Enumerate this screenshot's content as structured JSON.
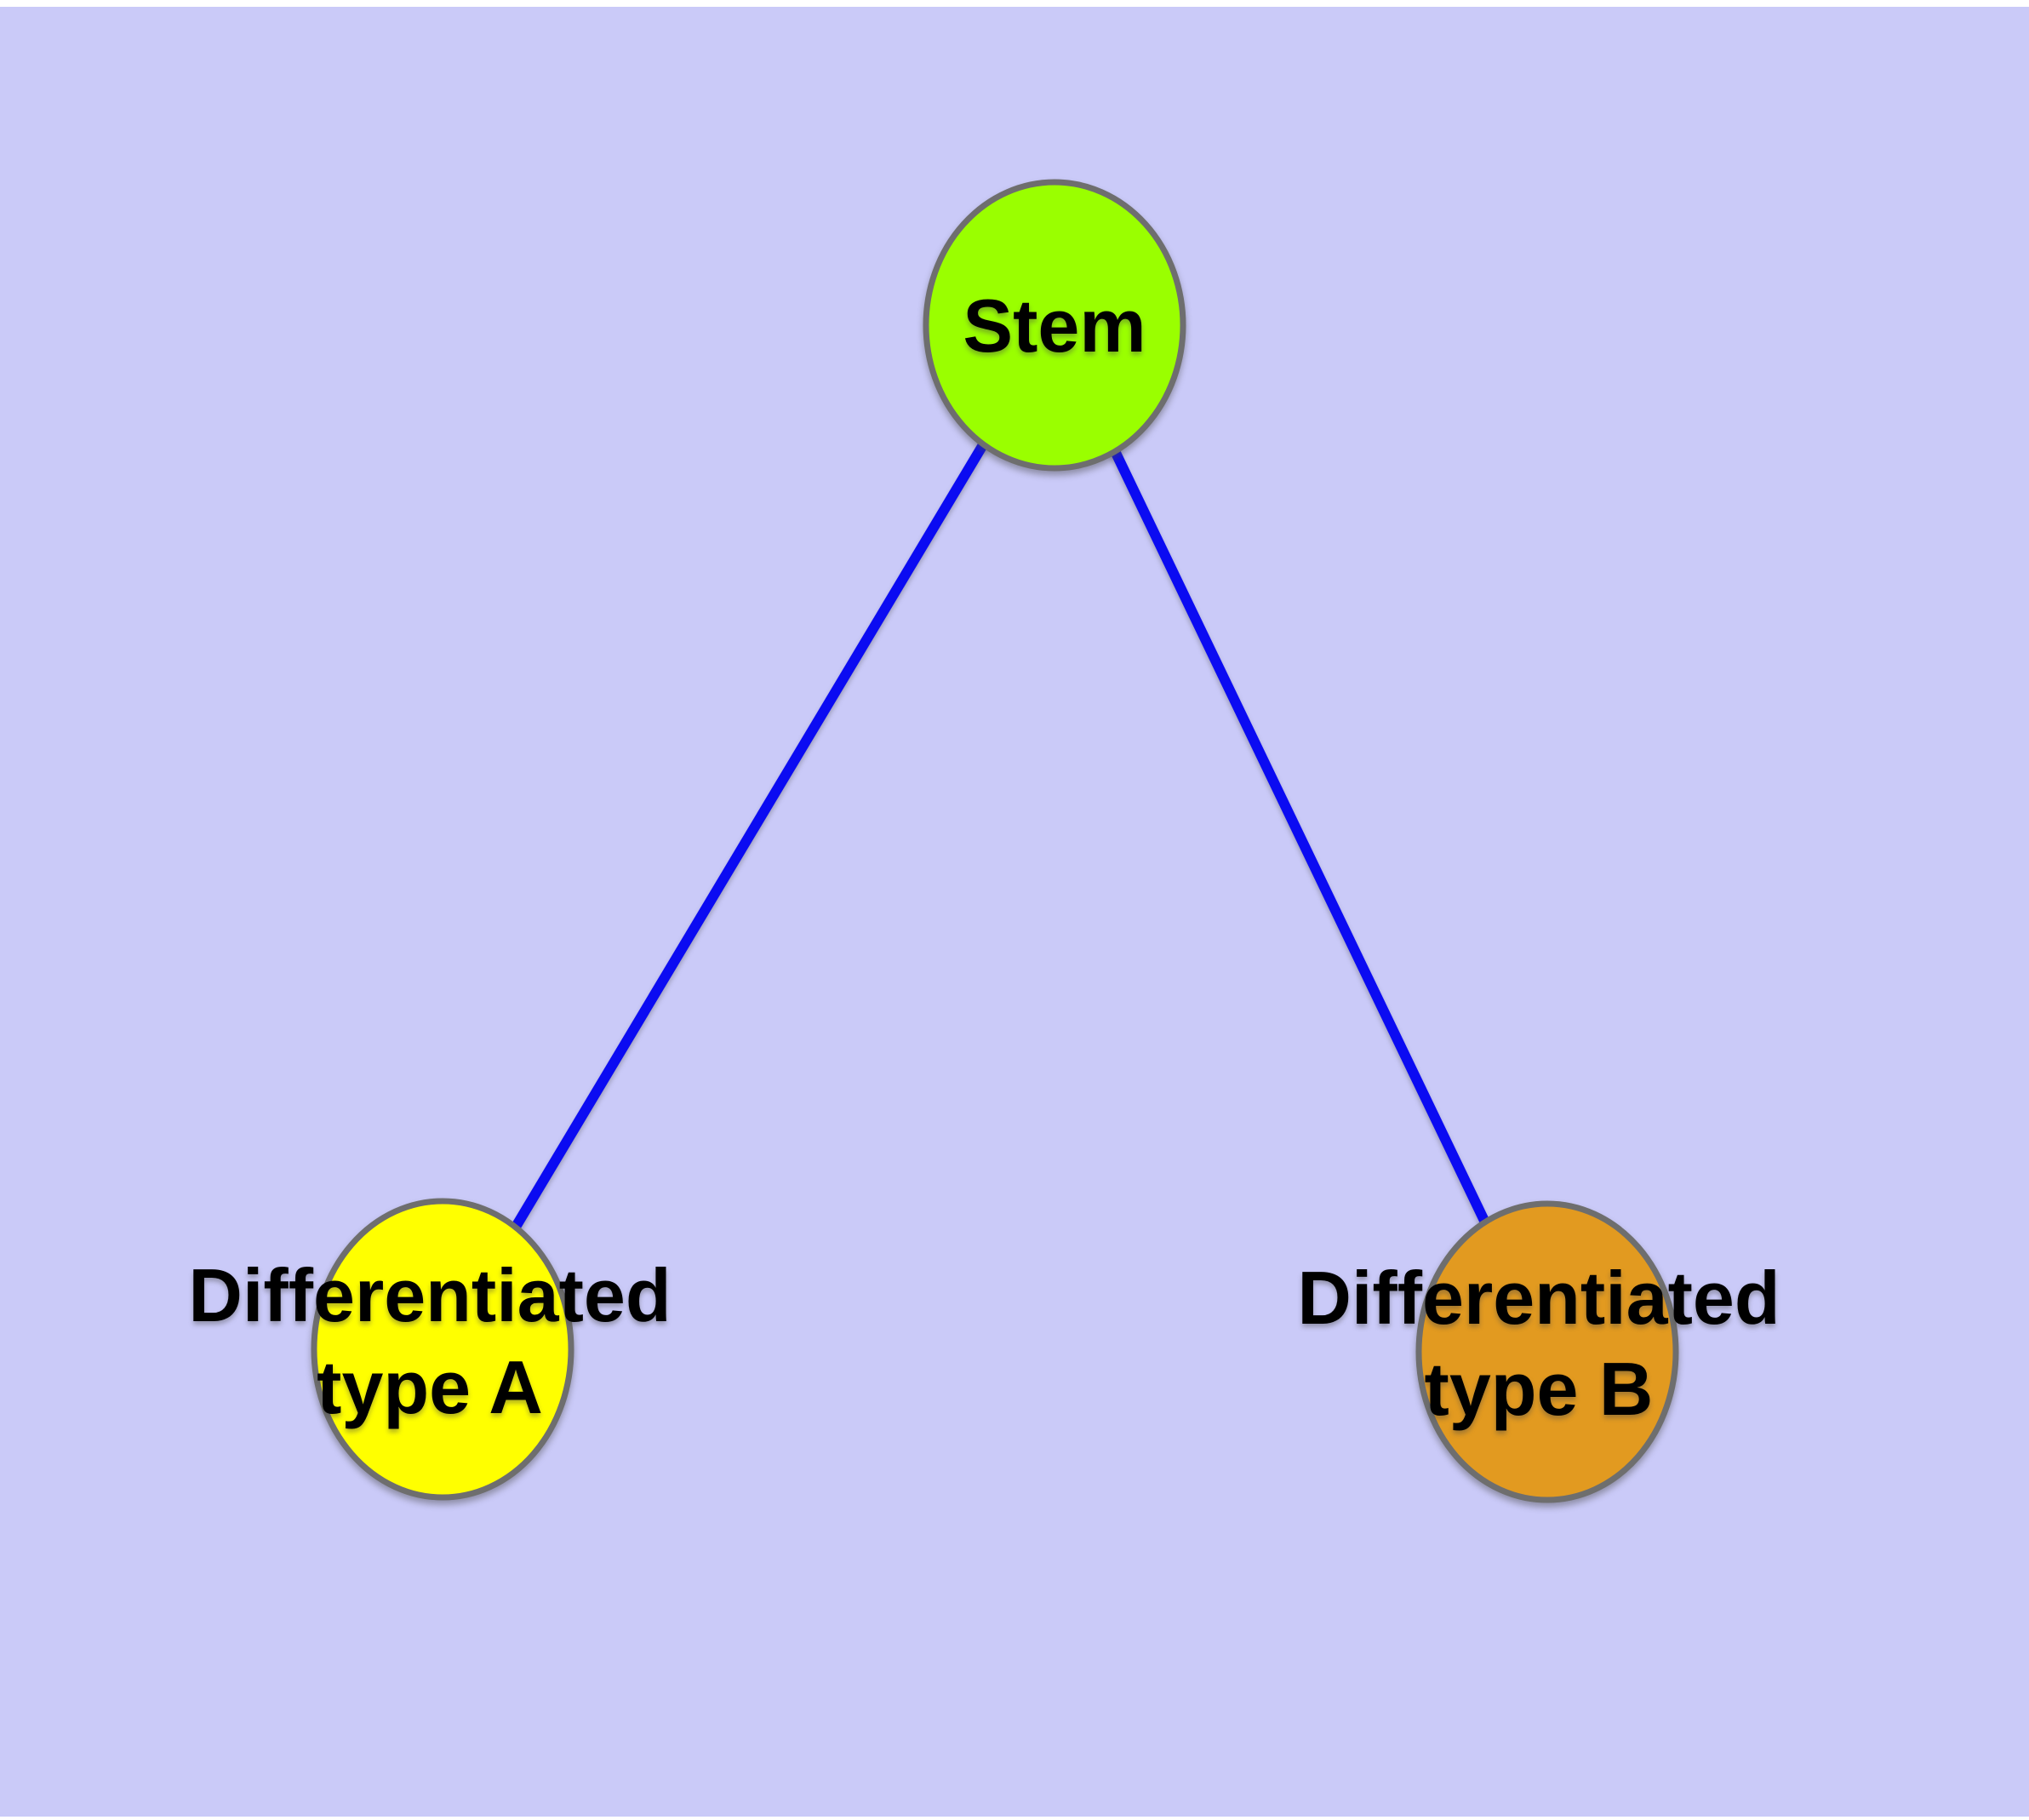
{
  "diagram": {
    "background_color": "#CACAF8",
    "margin_color": "#FFFFFF",
    "edge_color": "#0B0BF2",
    "node_stroke_color": "#6E6E6E",
    "text_color": "#000000",
    "nodes": {
      "stem": {
        "label": "Stem",
        "color": "#9AFF00"
      },
      "typeA": {
        "label_line1": "Differentiated",
        "label_line2": "type A",
        "color": "#FFFF00"
      },
      "typeB": {
        "label_line1": "Differentiated",
        "label_line2": "type B",
        "color": "#E29A20"
      }
    },
    "edges": [
      {
        "from": "Stem",
        "to": "Differentiated type A"
      },
      {
        "from": "Stem",
        "to": "Differentiated type B"
      }
    ]
  }
}
